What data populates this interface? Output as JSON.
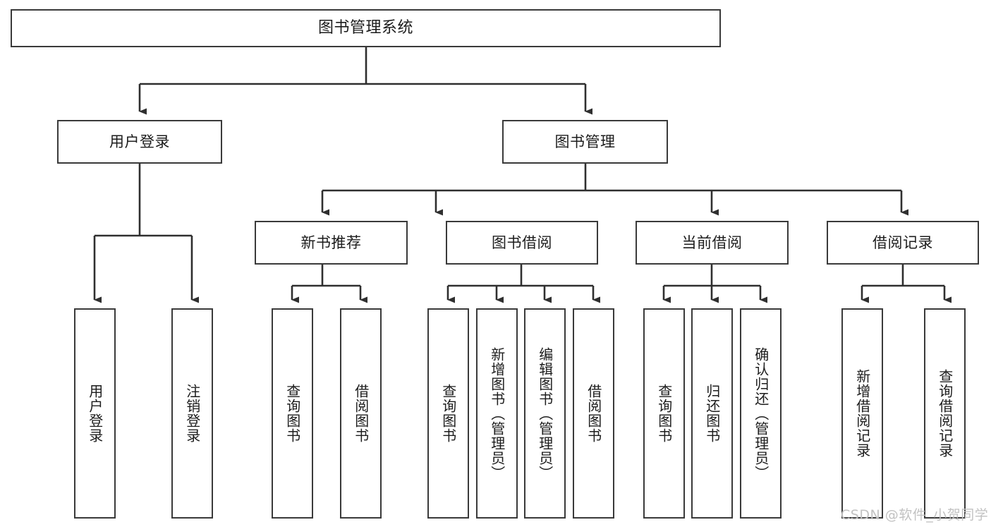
{
  "diagram": {
    "title": "图书管理系统",
    "type": "tree",
    "levels": 4,
    "colors": {
      "box_border": "#3a3a3a",
      "box_fill": "#ffffff",
      "connector": "#2f2f2f",
      "text": "#1c1c1c",
      "watermark": "#c2c2c2",
      "background": "#ffffff"
    },
    "nodes": {
      "root": {
        "label": "图书管理系统",
        "orientation": "horizontal"
      },
      "level2": [
        {
          "label": "用户登录",
          "orientation": "horizontal"
        },
        {
          "label": "图书管理",
          "orientation": "horizontal"
        }
      ],
      "level3": [
        {
          "label": "新书推荐",
          "orientation": "horizontal"
        },
        {
          "label": "图书借阅",
          "orientation": "horizontal"
        },
        {
          "label": "当前借阅",
          "orientation": "horizontal"
        },
        {
          "label": "借阅记录",
          "orientation": "horizontal"
        }
      ],
      "leaves": {
        "user_login": [
          {
            "label": "用户登录",
            "orientation": "vertical"
          },
          {
            "label": "注销登录",
            "orientation": "vertical"
          }
        ],
        "new_book_recommend": [
          {
            "label": "查询图书",
            "orientation": "vertical"
          },
          {
            "label": "借阅图书",
            "orientation": "vertical"
          }
        ],
        "book_borrow": [
          {
            "label": "查询图书",
            "orientation": "vertical"
          },
          {
            "label": "新增图书（管理员）",
            "orientation": "vertical"
          },
          {
            "label": "编辑图书（管理员）",
            "orientation": "vertical"
          },
          {
            "label": "借阅图书",
            "orientation": "vertical"
          }
        ],
        "current_borrow": [
          {
            "label": "查询图书",
            "orientation": "vertical"
          },
          {
            "label": "归还图书",
            "orientation": "vertical"
          },
          {
            "label": "确认归还（管理员）",
            "orientation": "vertical"
          }
        ],
        "borrow_record": [
          {
            "label": "新增借阅记录",
            "orientation": "vertical"
          },
          {
            "label": "查询借阅记录",
            "orientation": "vertical"
          }
        ]
      }
    },
    "watermark": "CSDN @软件_小贺同学"
  }
}
